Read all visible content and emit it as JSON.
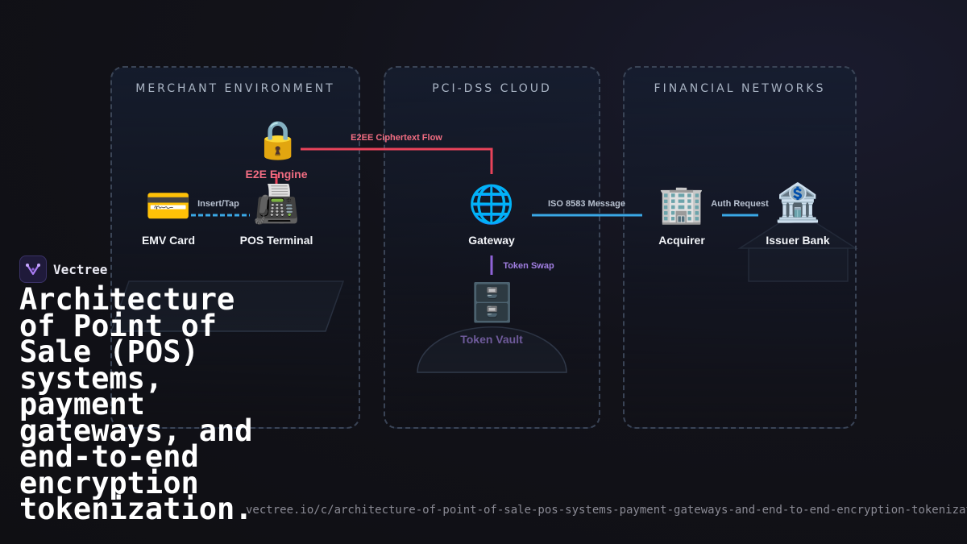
{
  "zones": {
    "merchant": "MERCHANT ENVIRONMENT",
    "pci": "PCI-DSS CLOUD",
    "financial": "FINANCIAL NETWORKS"
  },
  "nodes": {
    "emv": {
      "label": "EMV Card",
      "icon": "credit-card-icon"
    },
    "pos": {
      "label": "POS Terminal",
      "icon": "fax-terminal-icon"
    },
    "e2e": {
      "label": "E2E Engine",
      "icon": "lock-icon"
    },
    "gateway": {
      "label": "Gateway",
      "icon": "globe-icon"
    },
    "vault": {
      "label": "Token Vault",
      "icon": "file-cabinet-icon"
    },
    "acquirer": {
      "label": "Acquirer",
      "icon": "office-building-icon"
    },
    "issuer": {
      "label": "Issuer Bank",
      "icon": "bank-icon"
    }
  },
  "edges": {
    "insert_tap": "Insert/Tap",
    "e2ee_flow": "E2EE Ciphertext Flow",
    "iso_message": "ISO 8583 Message",
    "token_swap": "Token Swap",
    "auth_request": "Auth Request"
  },
  "colors": {
    "e2ee": "#e8435a",
    "network": "#3aa8e6",
    "token": "#8f63d8",
    "e2e_label": "#f26d82"
  },
  "brand": {
    "name": "Vectree"
  },
  "headline": "Architecture of Point of Sale (POS) systems, payment gateways, and end-to-end encryption tokenization.",
  "url": "vectree.io/c/architecture-of-point-of-sale-pos-systems-payment-gateways-and-end-to-end-encryption-tokenization"
}
